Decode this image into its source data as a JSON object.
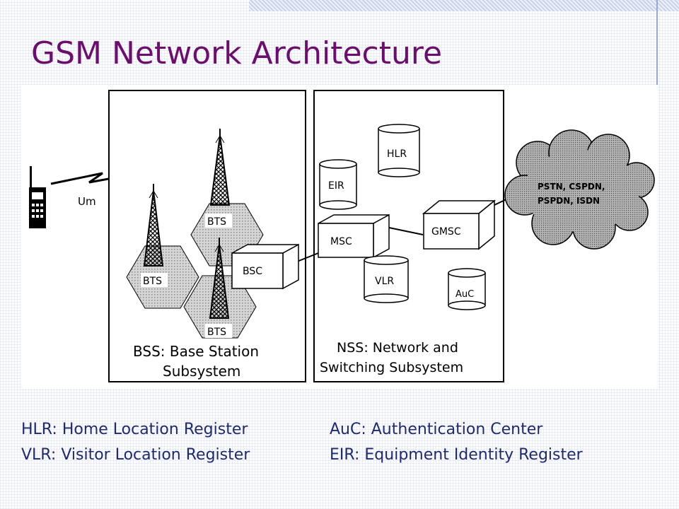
{
  "slide": {
    "title": "GSM Network Architecture"
  },
  "diagram": {
    "air_interface_label": "Um",
    "bts_label": "BTS",
    "bsc_label": "BSC",
    "msc_label": "MSC",
    "gmsc_label": "GMSC",
    "hlr_label": "HLR",
    "vlr_label": "VLR",
    "eir_label": "EIR",
    "auc_label": "AuC",
    "external_networks": [
      "PSTN, CSPDN,",
      "PSPDN, ISDN"
    ],
    "bss_caption": [
      "BSS: Base Station",
      "Subsystem"
    ],
    "nss_caption": [
      "NSS: Network and",
      "Switching Subsystem"
    ]
  },
  "legend": {
    "left": [
      "HLR: Home Location Register",
      "VLR: Visitor Location Register"
    ],
    "right": [
      "AuC: Authentication Center",
      "EIR: Equipment Identity Register"
    ]
  }
}
